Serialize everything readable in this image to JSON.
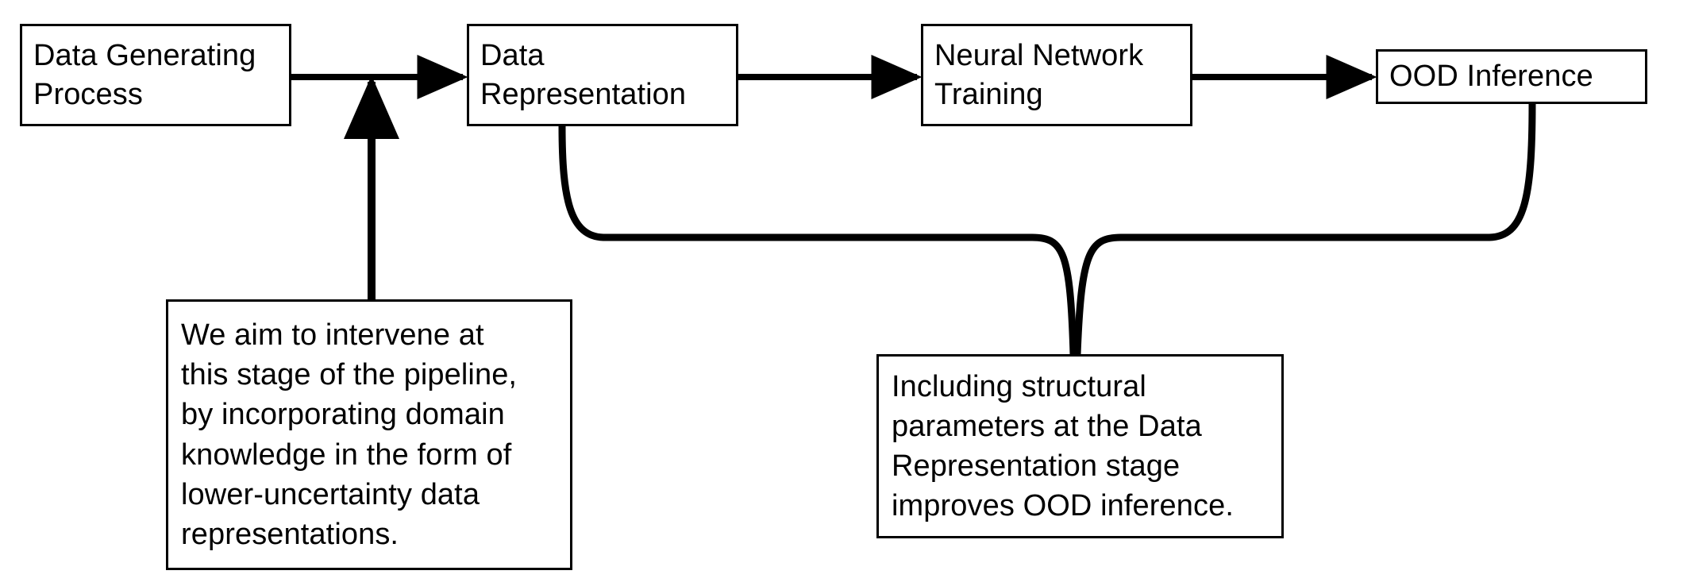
{
  "diagram": {
    "title": "OOD inference pipeline with data representation intervention",
    "background_color": "#ffffff",
    "line_color": "#000000",
    "nodes": [
      {
        "id": "dgp",
        "label": "Data Generating\nProcess"
      },
      {
        "id": "datarep",
        "label": "Data\nRepresentation"
      },
      {
        "id": "nntrain",
        "label": "Neural Network\nTraining"
      },
      {
        "id": "oodinf",
        "label": "OOD Inference"
      }
    ],
    "callouts": [
      {
        "id": "intervene",
        "text": "We aim to intervene at\nthis stage of the pipeline,\nby incorporating domain\nknowledge in the form of\nlower-uncertainty data\nrepresentations.",
        "attaches_to": "Data Generating Process to Data Representation arrow"
      },
      {
        "id": "structural",
        "text": "Including structural\nparameters at the Data\nRepresentation stage\nimproves OOD inference.",
        "attaches_to": "Data Representation and OOD Inference"
      }
    ],
    "edges": [
      {
        "id": "dgp-to-datarep",
        "from": "Data Generating Process",
        "to": "Data Representation",
        "style": "arrow"
      },
      {
        "id": "datarep-to-nntrain",
        "from": "Data Representation",
        "to": "Neural Network Training",
        "style": "arrow"
      },
      {
        "id": "nntrain-to-oodinf",
        "from": "Neural Network Training",
        "to": "OOD Inference",
        "style": "arrow"
      },
      {
        "id": "intervene-callout-connector",
        "from": "We aim to intervene callout",
        "to": "Data Generating Process to Data Representation arrow",
        "style": "arrow-up"
      },
      {
        "id": "datarep-to-structural-callout",
        "from": "Data Representation",
        "to": "Including structural parameters callout",
        "style": "curved-line"
      },
      {
        "id": "oodinf-to-structural-callout",
        "from": "OOD Inference",
        "to": "Including structural parameters callout",
        "style": "curved-line"
      }
    ]
  }
}
